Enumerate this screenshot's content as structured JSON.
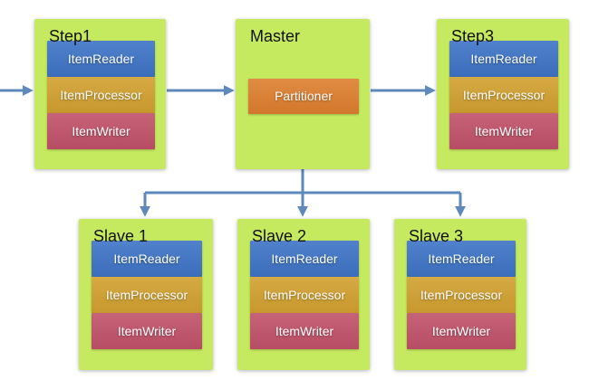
{
  "diagram": {
    "nodes": {
      "step1": {
        "title": "Step1",
        "components": [
          "ItemReader",
          "ItemProcessor",
          "ItemWriter"
        ]
      },
      "master": {
        "title": "Master",
        "components": [
          "Partitioner"
        ]
      },
      "step3": {
        "title": "Step3",
        "components": [
          "ItemReader",
          "ItemProcessor",
          "ItemWriter"
        ]
      },
      "slave1": {
        "title": "Slave 1",
        "components": [
          "ItemReader",
          "ItemProcessor",
          "ItemWriter"
        ]
      },
      "slave2": {
        "title": "Slave 2",
        "components": [
          "ItemReader",
          "ItemProcessor",
          "ItemWriter"
        ]
      },
      "slave3": {
        "title": "Slave 3",
        "components": [
          "ItemReader",
          "ItemProcessor",
          "ItemWriter"
        ]
      }
    },
    "connections": [
      {
        "from": "external",
        "to": "step1"
      },
      {
        "from": "step1",
        "to": "master"
      },
      {
        "from": "master",
        "to": "step3"
      },
      {
        "from": "master",
        "to": "slave1"
      },
      {
        "from": "master",
        "to": "slave2"
      },
      {
        "from": "master",
        "to": "slave3"
      }
    ],
    "colors": {
      "node_background": "#c6ea5f",
      "item_reader": "#3d73c5",
      "item_processor": "#d1a02f",
      "item_writer": "#c05169",
      "partitioner": "#dd7e2e",
      "arrow": "#5d89bd",
      "title_text": "#111111",
      "component_text": "#ffffff",
      "page_background": "#ffffff"
    }
  }
}
